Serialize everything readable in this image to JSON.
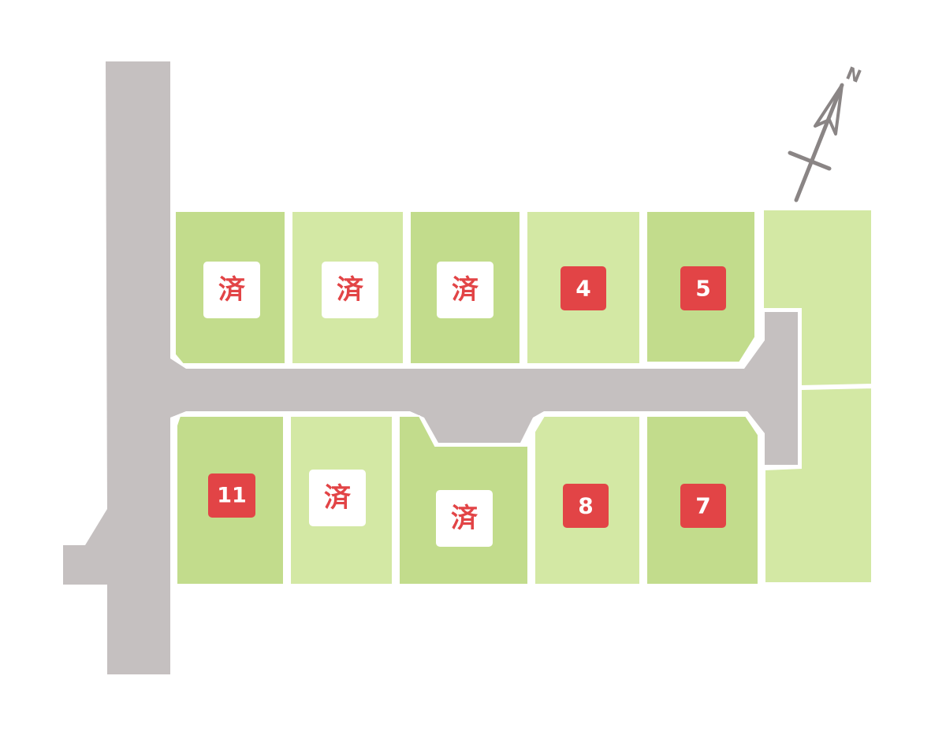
{
  "colors": {
    "lot_green": "#c2dc8c",
    "lot_green_light": "#d3e8a4",
    "road_gray": "#c5c0c0",
    "badge_red": "#e24446",
    "badge_white": "#ffffff",
    "compass": "#8a8585"
  },
  "compass": {
    "north_label": "N"
  },
  "lots": [
    {
      "id": "lot-1",
      "label": "済",
      "status": "sold"
    },
    {
      "id": "lot-2",
      "label": "済",
      "status": "sold"
    },
    {
      "id": "lot-3",
      "label": "済",
      "status": "sold"
    },
    {
      "id": "lot-4",
      "label": "4",
      "status": "available"
    },
    {
      "id": "lot-5",
      "label": "5",
      "status": "available"
    },
    {
      "id": "lot-6",
      "label": "",
      "status": "unlabeled"
    },
    {
      "id": "lot-7",
      "label": "7",
      "status": "available"
    },
    {
      "id": "lot-8",
      "label": "8",
      "status": "available"
    },
    {
      "id": "lot-9",
      "label": "済",
      "status": "sold"
    },
    {
      "id": "lot-10",
      "label": "済",
      "status": "sold"
    },
    {
      "id": "lot-11",
      "label": "11",
      "status": "available"
    },
    {
      "id": "lot-12",
      "label": "",
      "status": "unlabeled"
    }
  ]
}
